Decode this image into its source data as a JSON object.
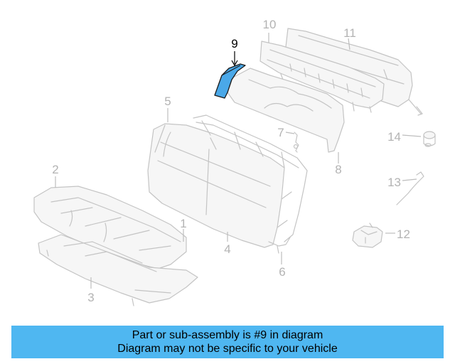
{
  "diagram": {
    "highlighted_part": "9",
    "highlight_color": "#4aa8e8",
    "callouts": [
      "1",
      "2",
      "3",
      "4",
      "5",
      "6",
      "7",
      "8",
      "9",
      "10",
      "11",
      "12",
      "13",
      "14"
    ]
  },
  "banner": {
    "line1": "Part or sub-assembly is #9 in diagram",
    "line2": "Diagram may not be specific to your vehicle",
    "background": "#4fb7f1"
  }
}
